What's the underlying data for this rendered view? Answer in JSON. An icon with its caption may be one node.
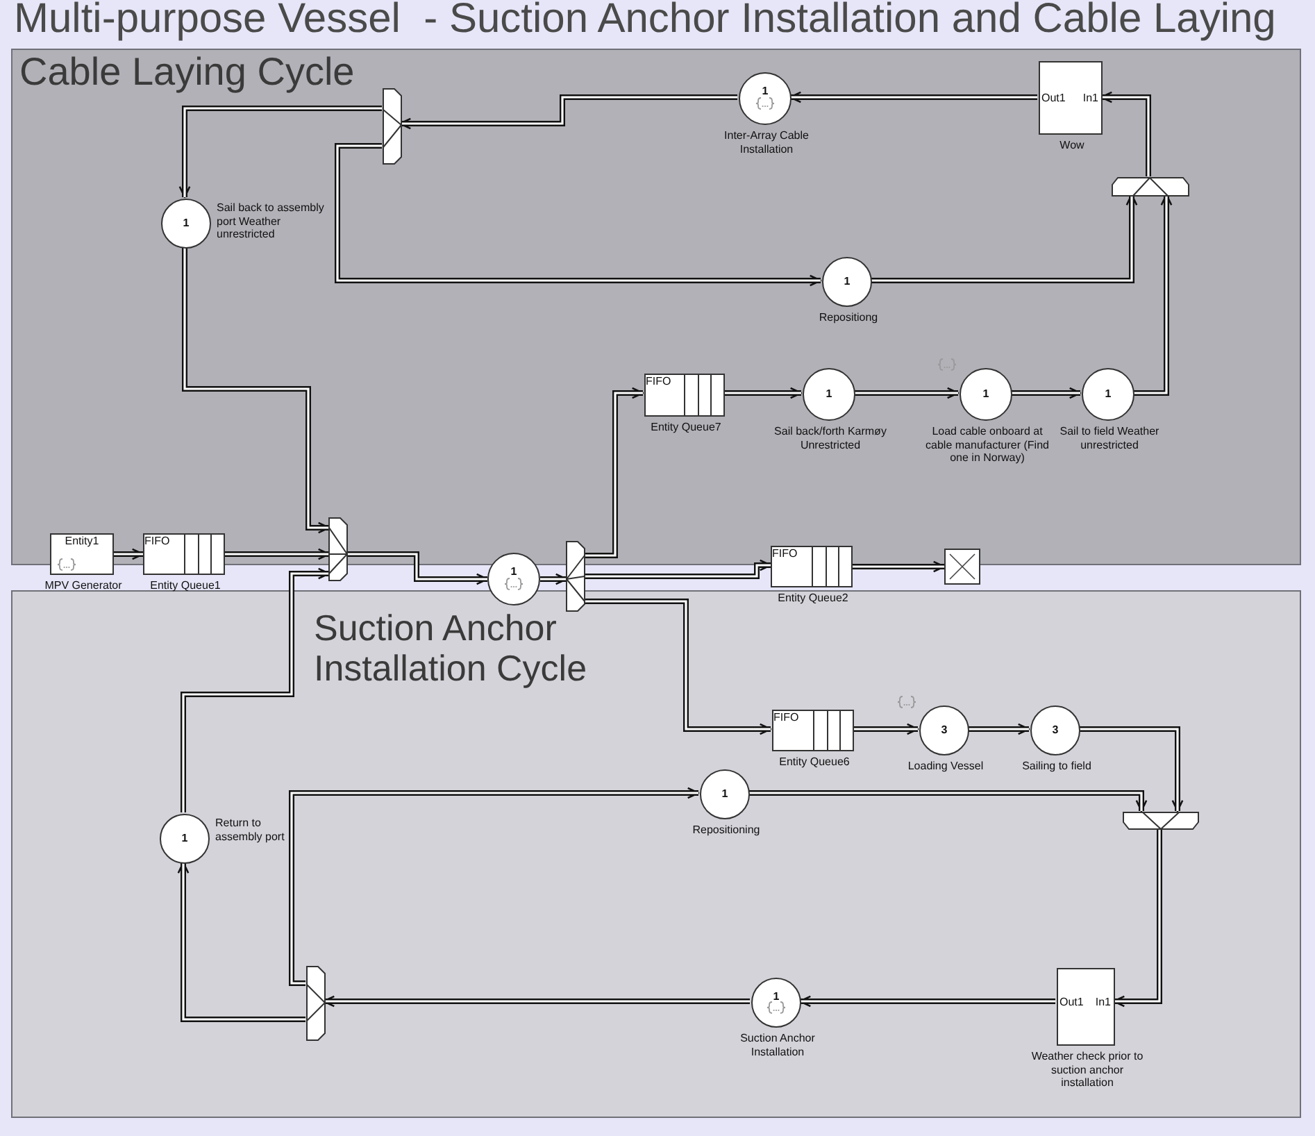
{
  "diagram": {
    "title": "Multi-purpose Vessel  - Suction Anchor Installation and Cable Laying",
    "nodes": [
      {
        "text": [
          "Cable Laying Cycle"
        ]
      },
      {
        "text": [
          "Suction Anchor Installation Cycle"
        ]
      },
      {
        "text": [],
        "shape": "trapezoid",
        "in": 0
      },
      {
        "text": [
          "1"
        ],
        "beside": [
          "Inter-Array Cable Installation"
        ],
        "in": 0
      },
      {
        "text": [
          "Out1",
          "In1"
        ],
        "beside": [
          "Wow"
        ],
        "in": 0
      },
      {
        "text": [],
        "shape": "trapezoid",
        "in": 0
      },
      {
        "text": [
          "1"
        ],
        "beside": [
          "Sail back to assembly port Weather unrestricted"
        ],
        "in": 0
      },
      {
        "text": [
          "1"
        ],
        "beside": [
          "Repositiong"
        ],
        "in": 0
      },
      {
        "text": [
          "FIFO"
        ],
        "beside": [
          "Entity Queue7"
        ],
        "in": 0
      },
      {
        "text": [
          "1"
        ],
        "beside": [
          "Sail back/forth Karmøy Unrestricted"
        ],
        "in": 0
      },
      {
        "text": [
          "1"
        ],
        "beside": [
          "Load cable onboard at cable manufacturer (Find one in Norway)"
        ],
        "in": 0
      },
      {
        "text": [
          "1"
        ],
        "beside": [
          "Sail to field Weather unrestricted"
        ],
        "in": 0
      },
      {
        "text": [
          "Entity1"
        ],
        "beside": [
          "MPV Generator"
        ]
      },
      {
        "text": [
          "FIFO"
        ],
        "beside": [
          "Entity Queue1"
        ]
      },
      {
        "text": [],
        "shape": "trapezoid"
      },
      {
        "text": [
          "1"
        ]
      },
      {
        "text": [],
        "shape": "trapezoid"
      },
      {
        "text": [
          "FIFO"
        ],
        "beside": [
          "Entity Queue2"
        ]
      },
      {
        "text": [],
        "shape": "box"
      },
      {
        "text": [
          "FIFO"
        ],
        "beside": [
          "Entity Queue6"
        ],
        "in": 1
      },
      {
        "text": [
          "3"
        ],
        "beside": [
          "Loading Vessel"
        ],
        "in": 1
      },
      {
        "text": [
          "3"
        ],
        "beside": [
          "Sailing to field"
        ],
        "in": 1
      },
      {
        "text": [
          "1"
        ],
        "beside": [
          "Repositioning"
        ],
        "in": 1
      },
      {
        "text": [],
        "shape": "trapezoid",
        "in": 1
      },
      {
        "text": [
          "1"
        ],
        "beside": [
          "Return to assembly port"
        ],
        "in": 1
      },
      {
        "text": [],
        "shape": "trapezoid",
        "in": 1
      },
      {
        "text": [
          "1"
        ],
        "beside": [
          "Suction Anchor Installation"
        ],
        "in": 1
      },
      {
        "text": [
          "Out1",
          "In1"
        ],
        "beside": [
          "Weather check prior to suction anchor installation"
        ],
        "in": 1
      }
    ],
    "edges": [
      {
        "from": 3,
        "to": 2,
        "arrow": "to"
      },
      {
        "from": 2,
        "to": 6,
        "arrow": "to"
      },
      {
        "from": 2,
        "to": 7,
        "arrow": "to"
      },
      {
        "from": 4,
        "to": 3,
        "arrow": "to"
      },
      {
        "from": 5,
        "to": 4,
        "arrow": "to"
      },
      {
        "from": 7,
        "to": 5,
        "arrow": "to"
      },
      {
        "from": 11,
        "to": 5,
        "arrow": "to"
      },
      {
        "from": 8,
        "to": 9,
        "arrow": "to"
      },
      {
        "from": 9,
        "to": 10,
        "arrow": "to"
      },
      {
        "from": 10,
        "to": 11,
        "arrow": "to"
      },
      {
        "from": 6,
        "to": 14,
        "arrow": "to"
      },
      {
        "from": 12,
        "to": 13,
        "arrow": "to"
      },
      {
        "from": 13,
        "to": 14,
        "arrow": "to"
      },
      {
        "from": 24,
        "to": 14,
        "arrow": "to"
      },
      {
        "from": 14,
        "to": 15,
        "arrow": "to"
      },
      {
        "from": 15,
        "to": 16,
        "arrow": "to"
      },
      {
        "from": 16,
        "to": 8,
        "arrow": "to"
      },
      {
        "from": 16,
        "to": 17,
        "arrow": "to"
      },
      {
        "from": 16,
        "to": 19,
        "arrow": "to"
      },
      {
        "from": 17,
        "to": 18,
        "arrow": "to"
      },
      {
        "from": 19,
        "to": 20,
        "arrow": "to"
      },
      {
        "from": 20,
        "to": 21,
        "arrow": "to"
      },
      {
        "from": 21,
        "to": 23,
        "arrow": "to"
      },
      {
        "from": 22,
        "to": 23,
        "arrow": "to"
      },
      {
        "from": 23,
        "to": 27,
        "arrow": "to"
      },
      {
        "from": 27,
        "to": 26,
        "arrow": "to"
      },
      {
        "from": 26,
        "to": 25,
        "arrow": "to"
      },
      {
        "from": 25,
        "to": 22,
        "arrow": "to"
      },
      {
        "from": 25,
        "to": 24,
        "arrow": "to"
      }
    ]
  }
}
